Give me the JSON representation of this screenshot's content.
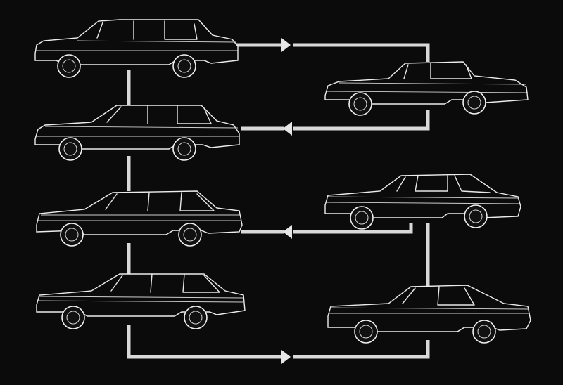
{
  "diagram": {
    "background": "#0b0b0b",
    "line_color": "#e8e8e8",
    "connector_color": "#d9d9d9",
    "cars": [
      {
        "id": "sedan-1",
        "style": "sedan-fintail"
      },
      {
        "id": "coupe-1",
        "style": "coupe-fintail"
      },
      {
        "id": "sedan-2",
        "style": "sedan-classic"
      },
      {
        "id": "sedan-3",
        "style": "sedan-wedge"
      },
      {
        "id": "coupe-2",
        "style": "coupe-slc"
      },
      {
        "id": "sedan-4",
        "style": "sedan-modern"
      },
      {
        "id": "coupe-3",
        "style": "coupe-sec"
      }
    ],
    "links": [
      {
        "from": "sedan-1",
        "to": "coupe-1"
      },
      {
        "from": "coupe-1",
        "to": "sedan-2"
      },
      {
        "from": "sedan-1",
        "to": "sedan-2"
      },
      {
        "from": "sedan-2",
        "to": "sedan-3"
      },
      {
        "from": "coupe-2",
        "to": "sedan-3"
      },
      {
        "from": "sedan-3",
        "to": "sedan-4"
      },
      {
        "from": "coupe-2",
        "to": "coupe-3"
      },
      {
        "from": "sedan-4",
        "to": "coupe-3"
      }
    ]
  }
}
